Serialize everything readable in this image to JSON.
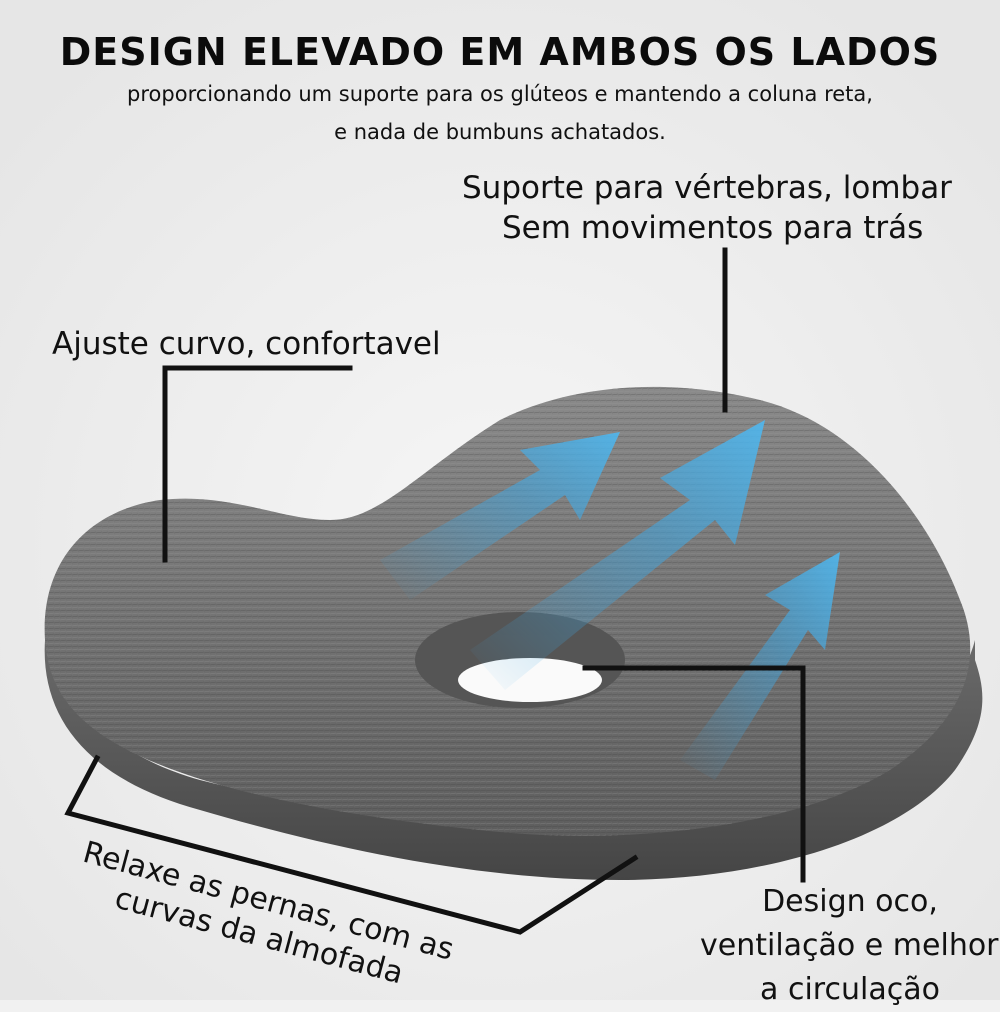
{
  "heading": {
    "title": "DESIGN ELEVADO EM AMBOS OS LADOS",
    "subtitle_line1": "proporcionando um suporte para os glúteos e mantendo a coluna reta,",
    "subtitle_line2": "e nada de bumbuns achatados."
  },
  "callouts": {
    "vertebras_line1": "Suporte para vértebras, lombar",
    "vertebras_line2": "Sem movimentos para trás",
    "curvo": "Ajuste curvo, confortavel",
    "relax_line1": "Relaxe as pernas, com as",
    "relax_line2": "curvas da almofada",
    "oco_line1": "Design oco,",
    "oco_line2": "ventilação e melhora",
    "oco_line3": "a circulação"
  },
  "colors": {
    "background": "#f1f1f1",
    "cushion": "#6f6f6f",
    "arrow": "#3fa9e6",
    "text": "#111111"
  }
}
